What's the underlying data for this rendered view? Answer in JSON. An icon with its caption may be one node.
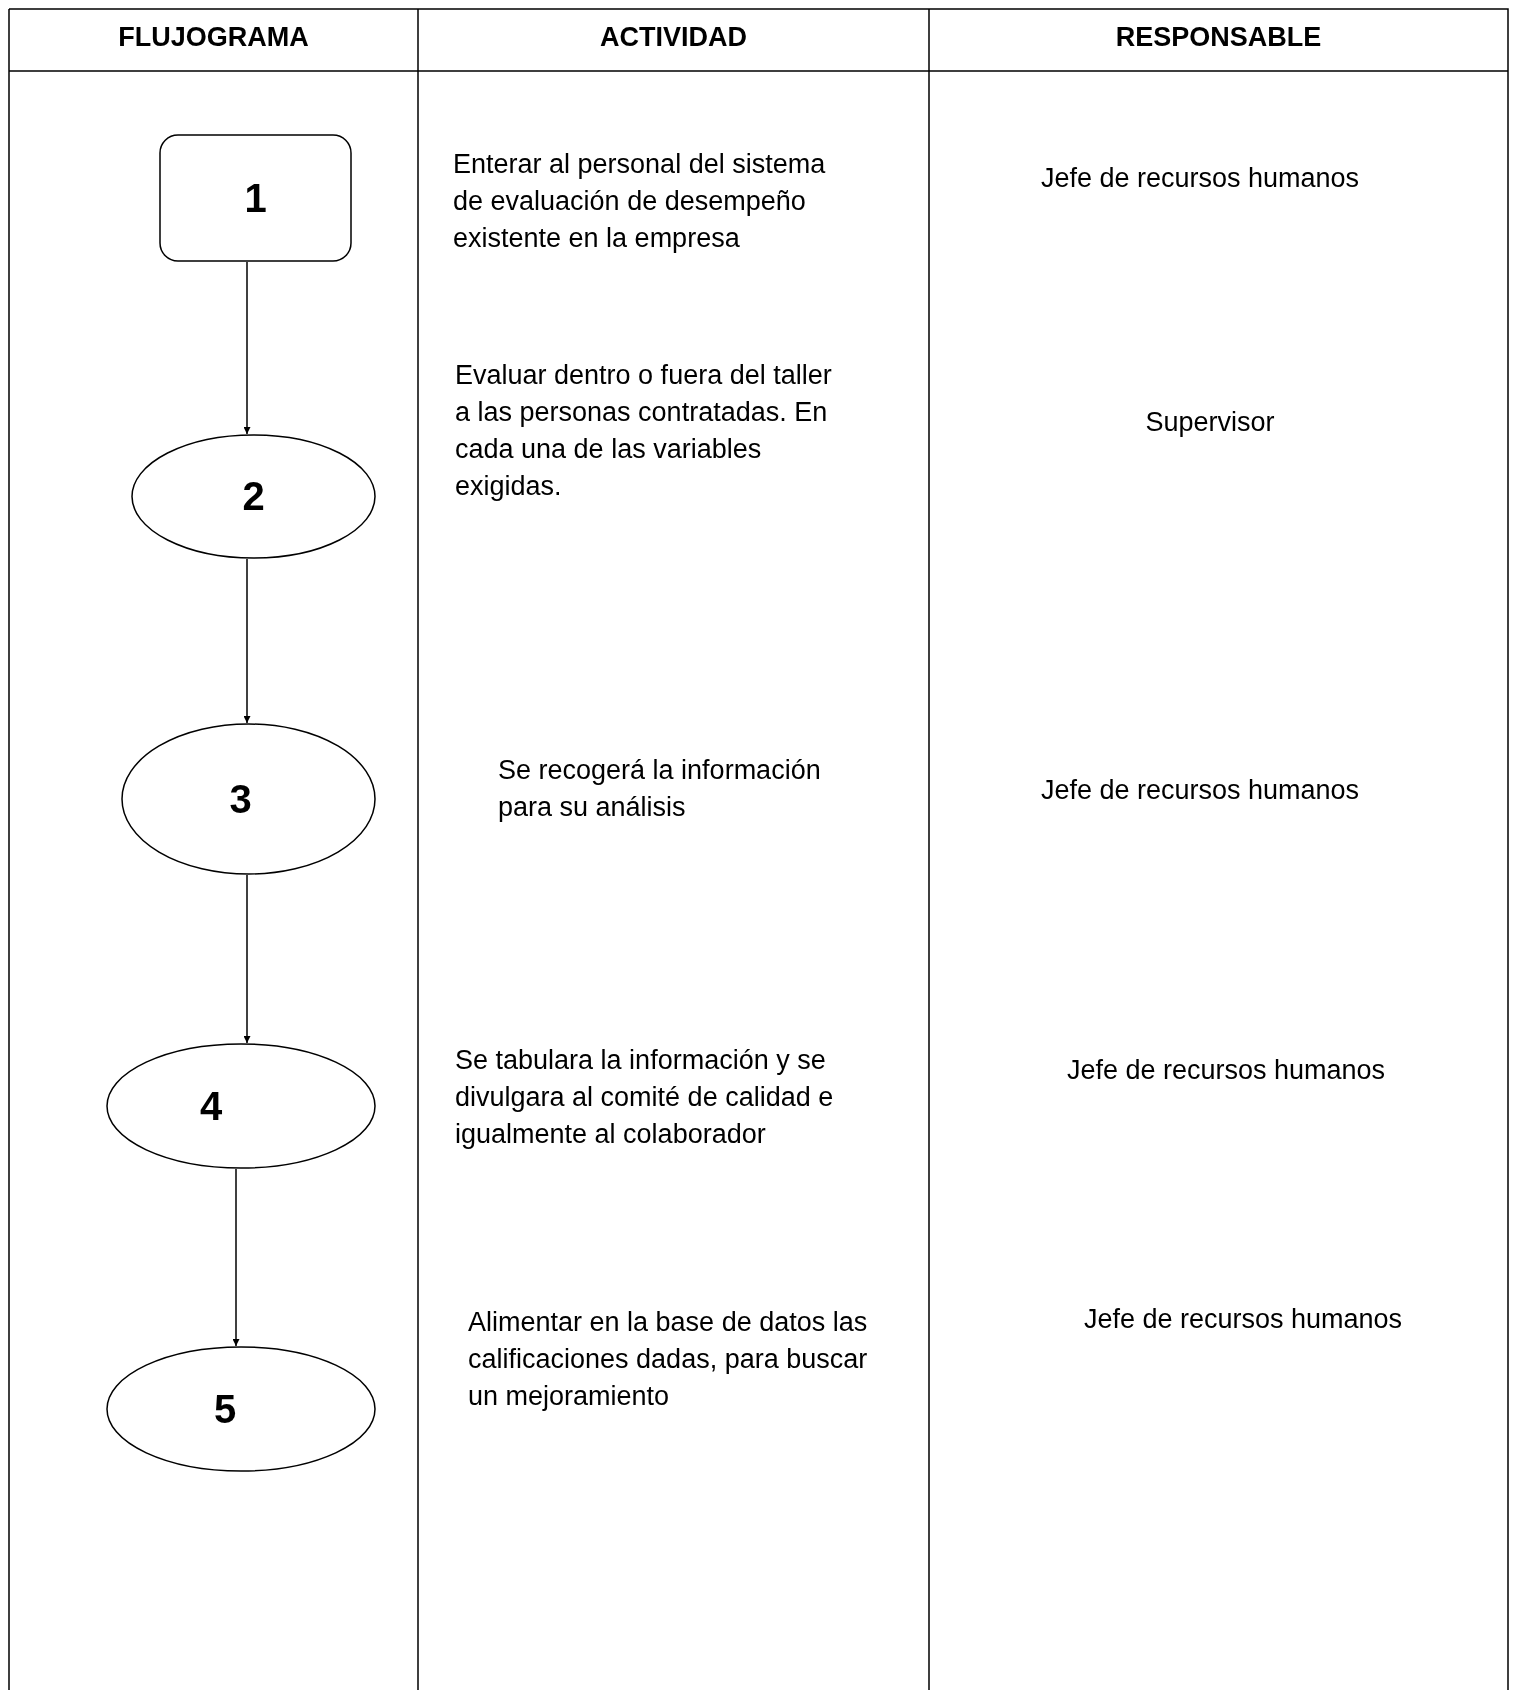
{
  "diagram": {
    "nodes": [
      {
        "text": [
          "1"
        ]
      },
      {
        "text": [
          "2"
        ]
      },
      {
        "text": [
          "3"
        ]
      },
      {
        "text": [
          "4"
        ]
      },
      {
        "text": [
          "5"
        ]
      }
    ],
    "edges": [
      {
        "from": 0,
        "to": 1,
        "arrow": "to"
      },
      {
        "from": 1,
        "to": 2,
        "arrow": "to"
      },
      {
        "from": 2,
        "to": 3,
        "arrow": "to"
      },
      {
        "from": 3,
        "to": 4,
        "arrow": "to"
      }
    ],
    "labels": [
      "FLUJOGRAMA",
      "ACTIVIDAD",
      "RESPONSABLE",
      "Enterar al personal del sistema de evaluación de desempeño existente en la empresa",
      "Jefe de recursos humanos",
      "Evaluar dentro o fuera del taller a las personas contratadas. En cada una de las variables exigidas.",
      "Supervisor",
      "Se recogerá la información para su análisis",
      "Jefe de recursos humanos",
      "Se tabulara la información y se divulgara  al comité de calidad e igualmente al colaborador",
      "Jefe de recursos humanos",
      "Alimentar en la base de datos las calificaciones dadas, para buscar un mejoramiento",
      "Jefe de recursos humanos"
    ]
  }
}
